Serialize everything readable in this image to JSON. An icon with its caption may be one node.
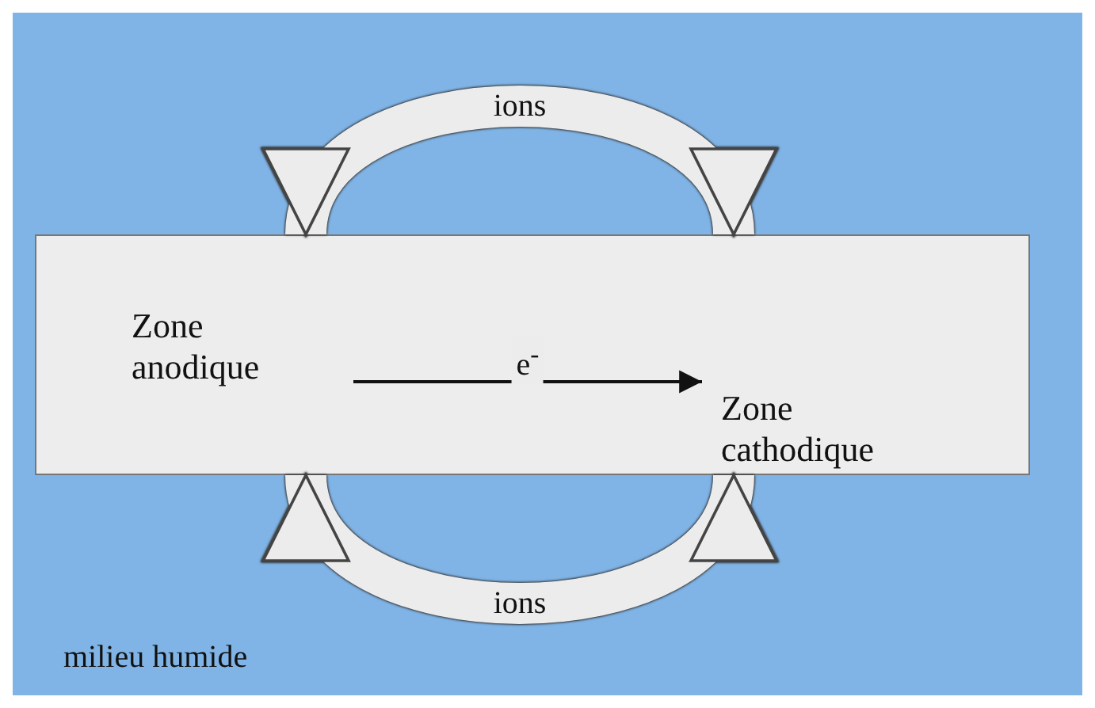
{
  "diagram": {
    "nodes": [
      {
        "text": [],
        "shape": "box"
      },
      {
        "text": [
          "Zone anodique"
        ],
        "in": 0
      },
      {
        "text": [
          "Zone cathodique"
        ],
        "in": 0
      }
    ],
    "edges": [
      {
        "from": 1,
        "to": 2,
        "arrow": "both",
        "label": "ions"
      },
      {
        "from": 1,
        "to": 2,
        "arrow": "to",
        "label": "e$^{-}$",
        "color": "#111111"
      },
      {
        "from": 1,
        "to": 2,
        "arrow": "both",
        "label": "ions"
      }
    ],
    "labels": [
      "milieu humide"
    ]
  }
}
